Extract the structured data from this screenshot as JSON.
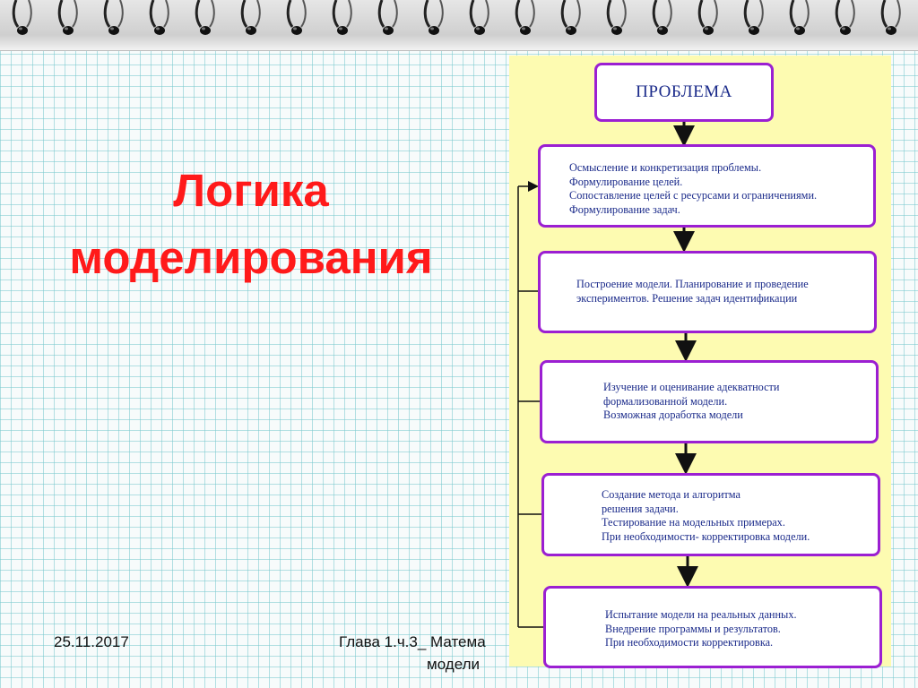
{
  "title": {
    "line1": "Логика",
    "line2": "моделирования"
  },
  "footer": {
    "date": "25.11.2017",
    "chapter_line1": "Глава 1.ч.3_ Матема",
    "chapter_line2": "модели"
  },
  "diagram": {
    "problem": "ПРОБЛЕМА",
    "steps": [
      {
        "lines": [
          "Осмысление  и  конкретизация проблемы.",
          "Формулирование целей.",
          "Сопоставление целей  с ресурсами и ограничениями.",
          "Формулирование задач."
        ]
      },
      {
        "lines": [
          "Построение модели. Планирование и проведение",
          "экспериментов. Решение задач идентификации"
        ]
      },
      {
        "lines": [
          "Изучение и оценивание адекватности",
          "формализованной модели.",
          "Возможная доработка модели"
        ]
      },
      {
        "lines": [
          "Создание метода и алгоритма",
          "решения задачи.",
          "Тестирование на модельных примерах.",
          "При необходимости- корректировка модели."
        ]
      },
      {
        "lines": [
          "Испытание модели на реальных  данных.",
          "Внедрение программы и результатов.",
          "При необходимости корректировка."
        ]
      }
    ]
  },
  "colors": {
    "title": "#ff1a1a",
    "box_border": "#9b1fd2",
    "box_text": "#1a2a8a",
    "panel": "#fdfbb1",
    "grid": "#78c8cd"
  }
}
